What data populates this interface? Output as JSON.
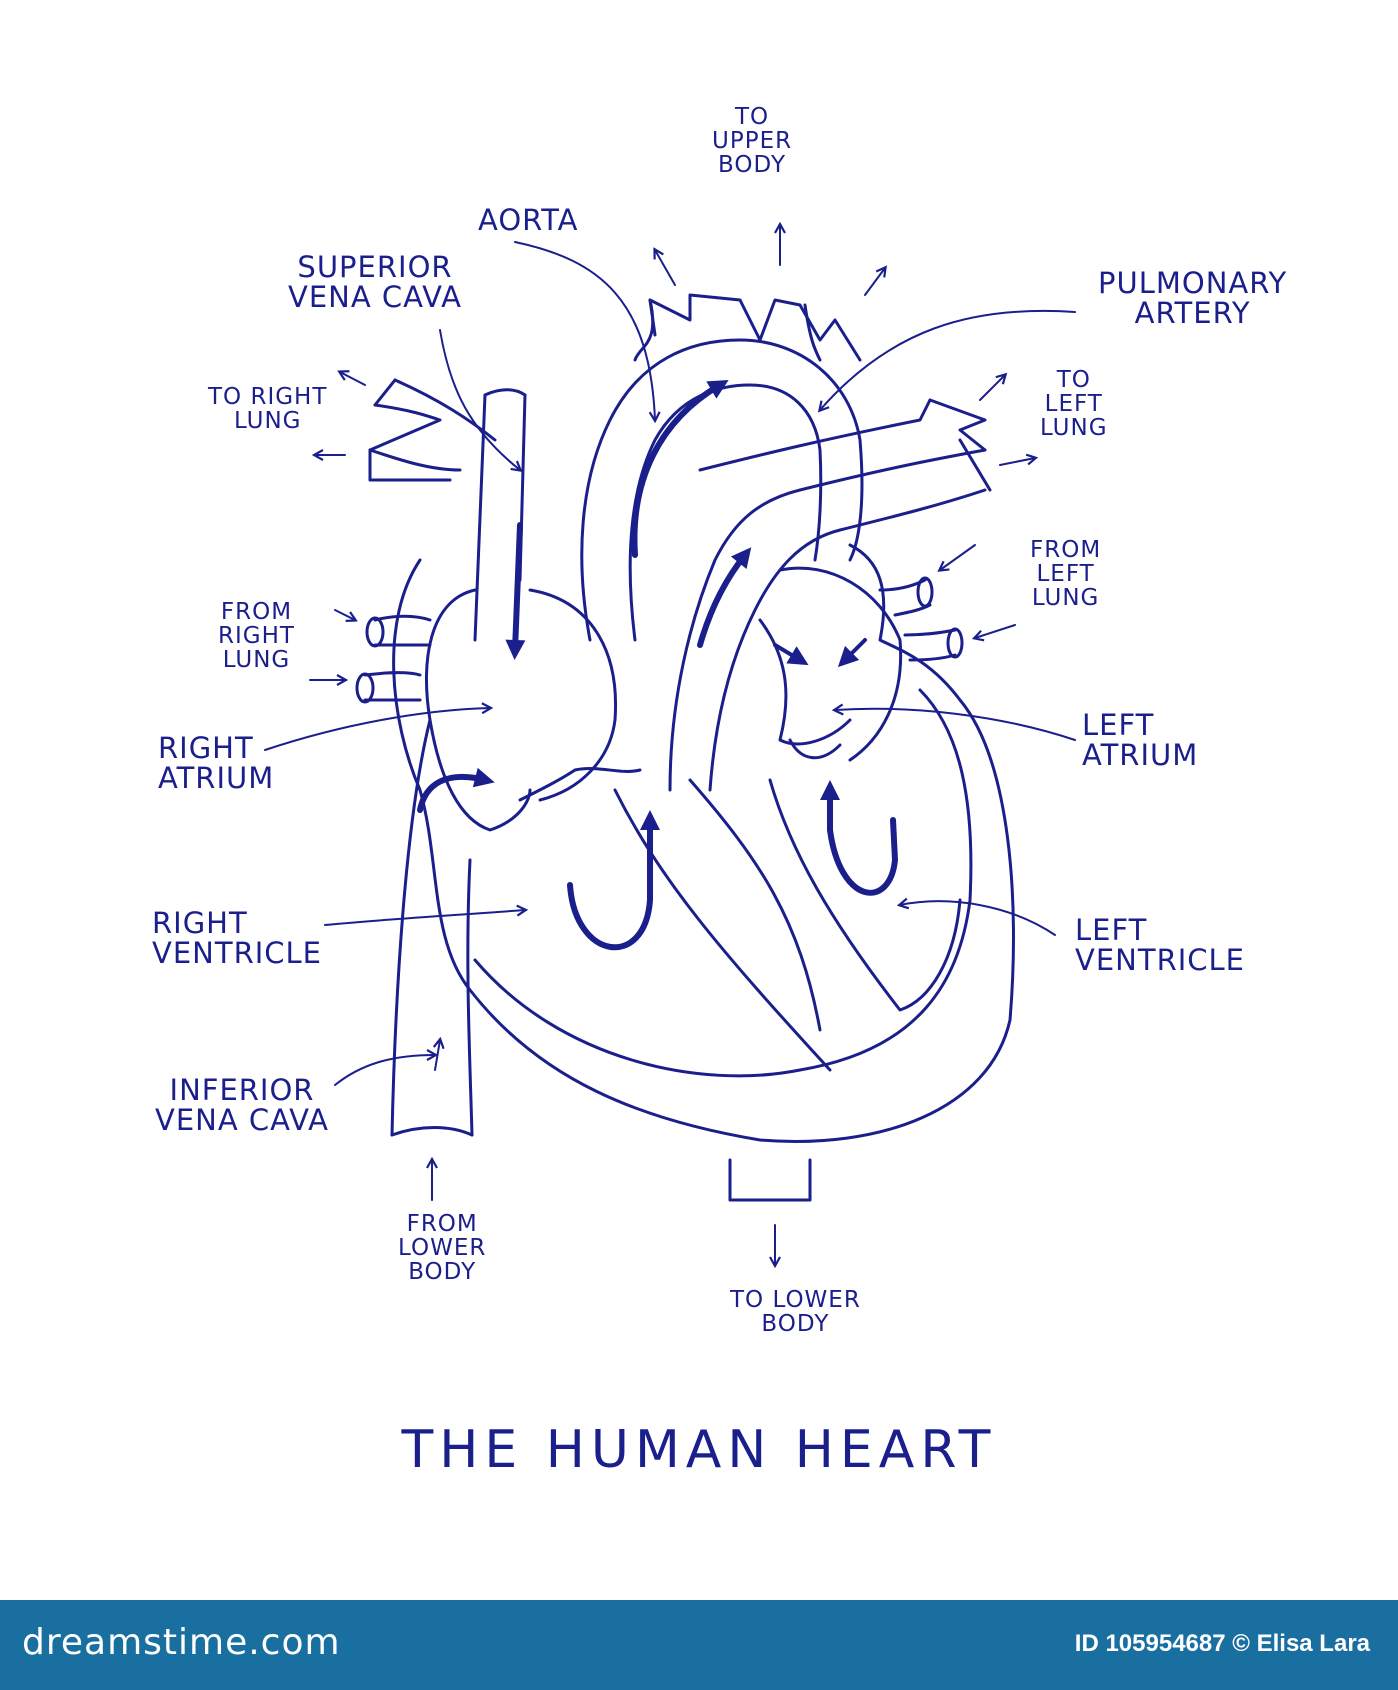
{
  "colors": {
    "ink": "#1a1f8c",
    "footer_bg": "#1a6fa1",
    "background": "#ffffff"
  },
  "title": "THE HUMAN HEART",
  "labels": {
    "aorta": [
      "AORTA"
    ],
    "superior_vena_cava": [
      "SUPERIOR",
      "VENA CAVA"
    ],
    "to_upper_body": [
      "TO",
      "UPPER",
      "BODY"
    ],
    "pulmonary_artery": [
      "PULMONARY",
      "ARTERY"
    ],
    "to_right_lung": [
      "TO RIGHT",
      "LUNG"
    ],
    "to_left_lung": [
      "TO",
      "LEFT",
      "LUNG"
    ],
    "from_right_lung": [
      "FROM",
      "RIGHT",
      "LUNG"
    ],
    "from_left_lung": [
      "FROM",
      "LEFT",
      "LUNG"
    ],
    "right_atrium": [
      "RIGHT",
      "ATRIUM"
    ],
    "left_atrium": [
      "LEFT",
      "ATRIUM"
    ],
    "right_ventricle": [
      "RIGHT",
      "VENTRICLE"
    ],
    "left_ventricle": [
      "LEFT",
      "VENTRICLE"
    ],
    "inferior_vena_cava": [
      "INFERIOR",
      "VENA CAVA"
    ],
    "from_lower_body": [
      "FROM",
      "LOWER",
      "BODY"
    ],
    "to_lower_body": [
      "TO LOWER",
      "BODY"
    ]
  },
  "footer": {
    "brand": "dreamstime.com",
    "id_credit": "ID 105954687 © Elisa Lara"
  }
}
